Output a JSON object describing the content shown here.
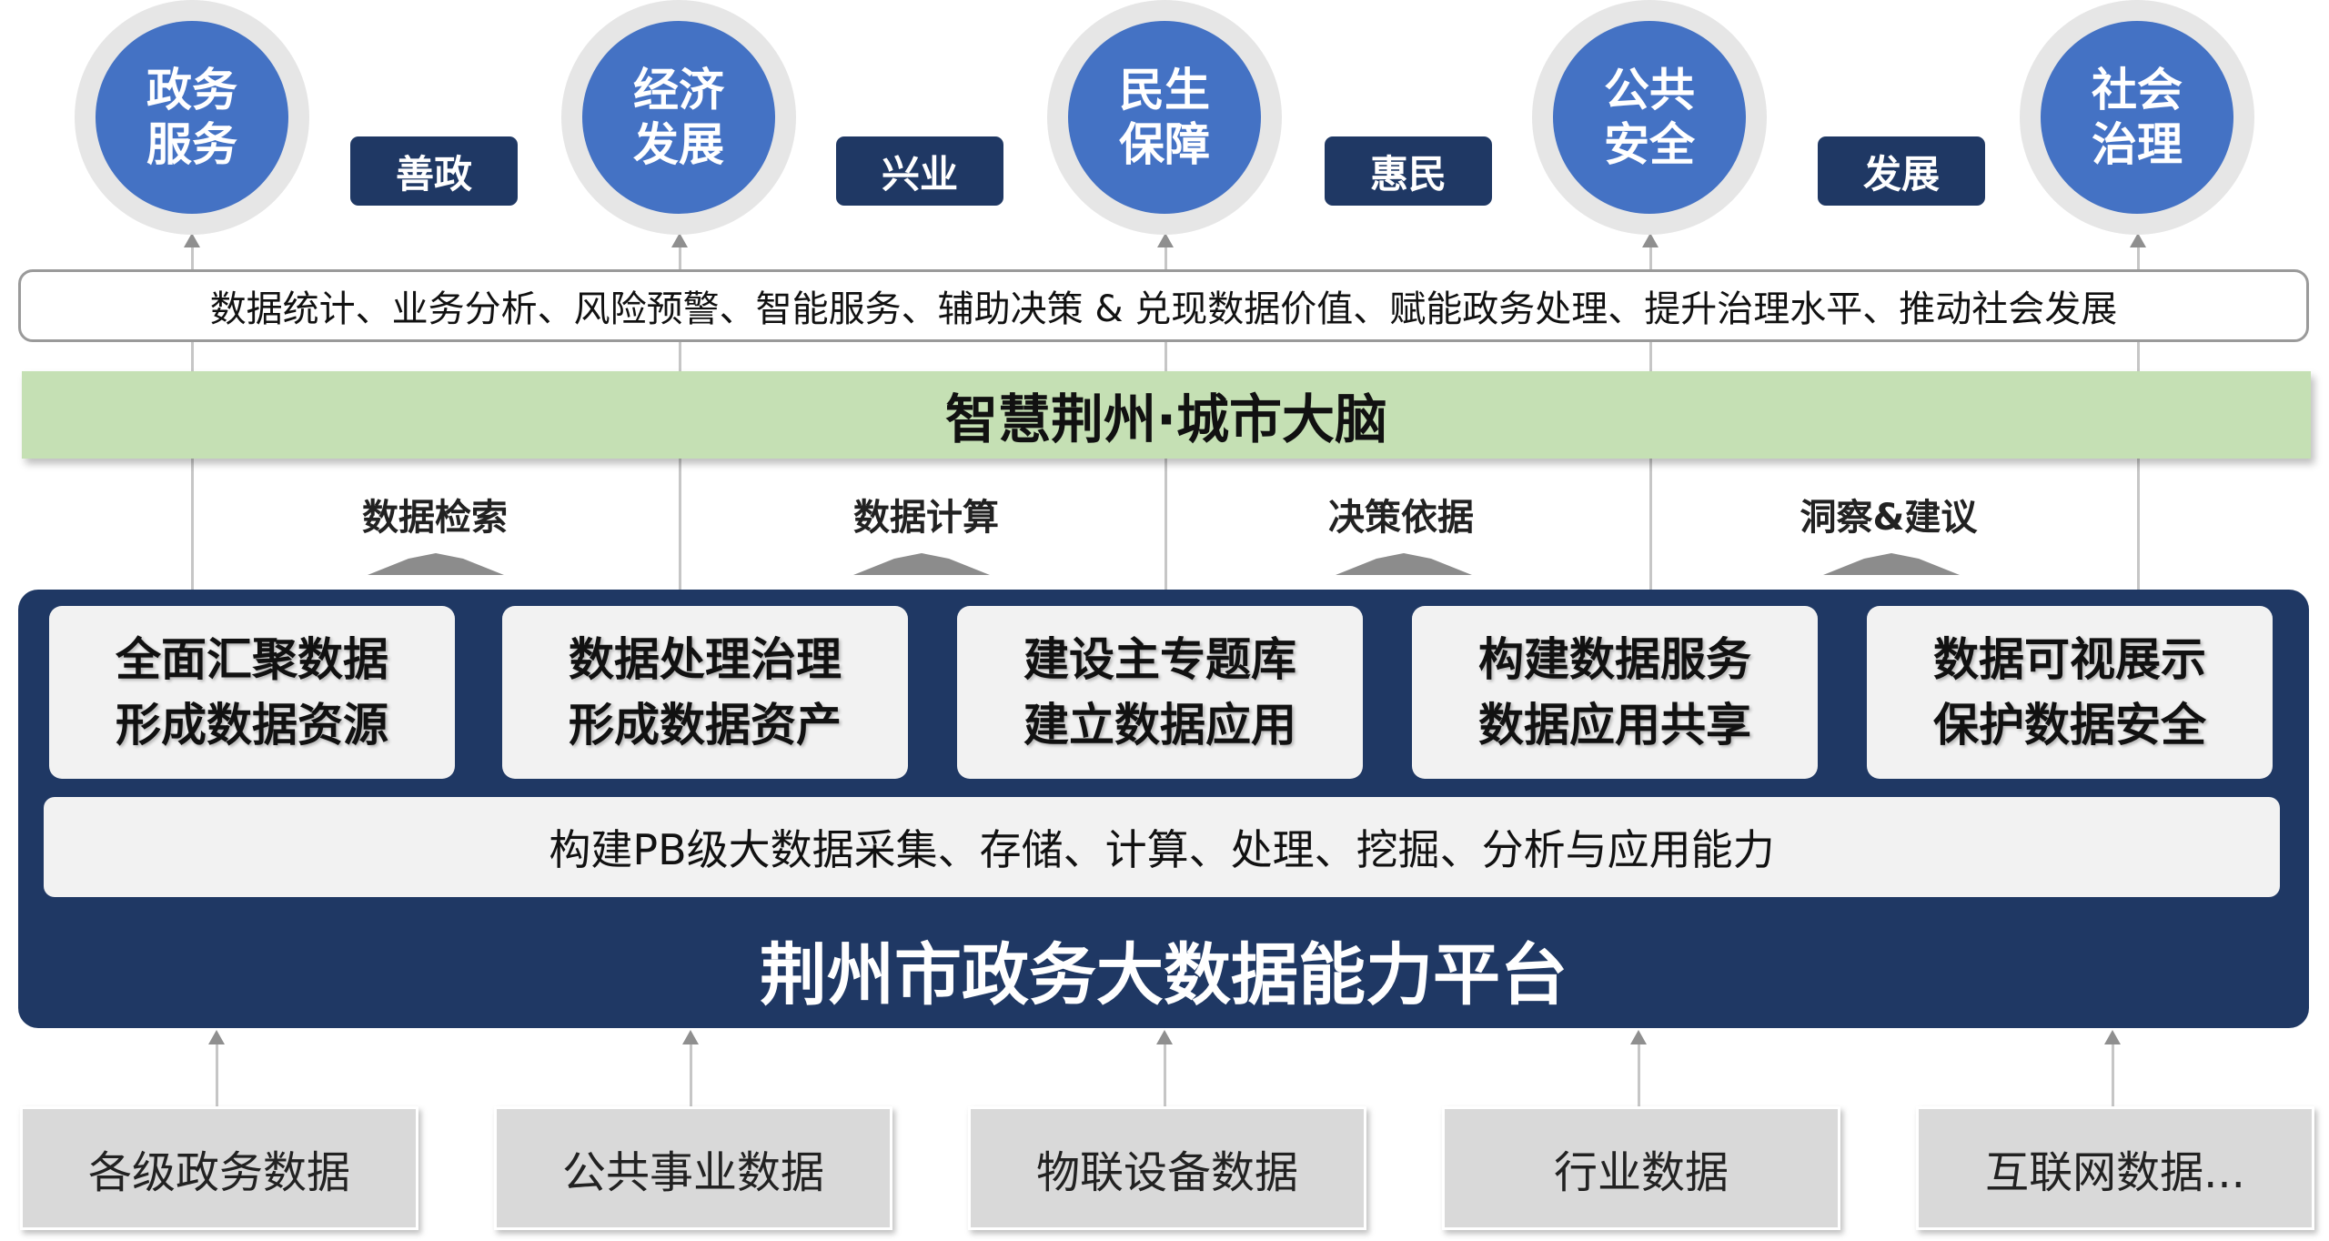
{
  "top_circles": [
    "政务服务",
    "经济发展",
    "民生保障",
    "公共安全",
    "社会治理"
  ],
  "tags": [
    "善政",
    "兴业",
    "惠民",
    "发展"
  ],
  "capability_bar": "数据统计、业务分析、风险预警、智能服务、辅助决策 & 兑现数据价值、赋能政务处理、提升治理水平、推动社会发展",
  "city_brain": "智慧荆州·城市大脑",
  "flow_labels": [
    "数据检索",
    "数据计算",
    "决策依据",
    "洞察&建议"
  ],
  "platform": {
    "modules": [
      {
        "line1": "全面汇聚数据",
        "line2": "形成数据资源"
      },
      {
        "line1": "数据处理治理",
        "line2": "形成数据资产"
      },
      {
        "line1": "建设主专题库",
        "line2": "建立数据应用"
      },
      {
        "line1": "构建数据服务",
        "line2": "数据应用共享"
      },
      {
        "line1": "数据可视展示",
        "line2": "保护数据安全"
      }
    ],
    "capability": "构建PB级大数据采集、存储、计算、处理、挖掘、分析与应用能力",
    "title": "荆州市政务大数据能力平台"
  },
  "sources": [
    "各级政务数据",
    "公共事业数据",
    "物联设备数据",
    "行业数据",
    "互联网数据..."
  ]
}
